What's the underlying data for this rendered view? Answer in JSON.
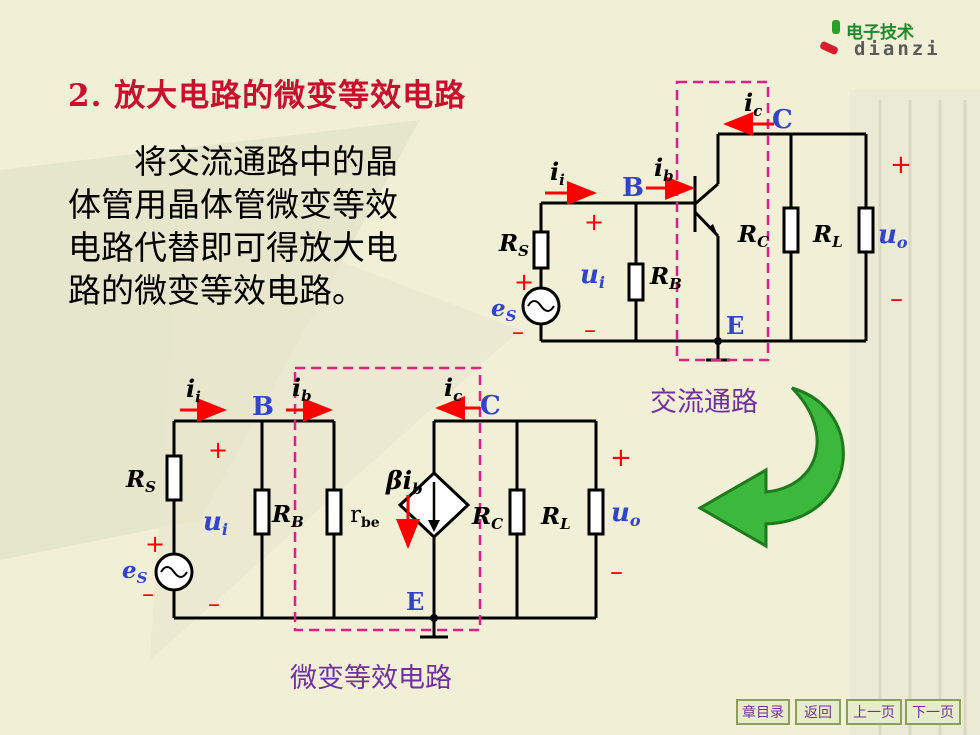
{
  "title": "2. 放大电路的微变等效电路",
  "body_text": "将交流通路中的晶体管用晶体管微变等效电路代替即可得放大电路的微变等效电路。",
  "logo": {
    "top": "电子技术",
    "bottom": "dianzi"
  },
  "captions": {
    "ac_path": "交流通路",
    "equiv": "微变等效电路"
  },
  "nav": [
    "章目录",
    "返回",
    "上一页",
    "下一页"
  ],
  "labels": {
    "i": "i",
    "i_sub": "i",
    "b_sub": "b",
    "c_sub": "c",
    "R": "R",
    "S": "S",
    "B": "B",
    "C": "C",
    "L": "L",
    "E": "E",
    "u": "u",
    "o_sub": "o",
    "e": "e",
    "beta": "β",
    "r": "r",
    "be_sub": "be",
    "plus": "+",
    "minus": "–"
  },
  "colors": {
    "title": "#c8102e",
    "wire": "#000000",
    "arrow": "#ff0000",
    "label_blue": "#3344cc",
    "dashed": "#e0208a",
    "caption": "#7030a0",
    "green_arrow": "#2aa02a"
  }
}
